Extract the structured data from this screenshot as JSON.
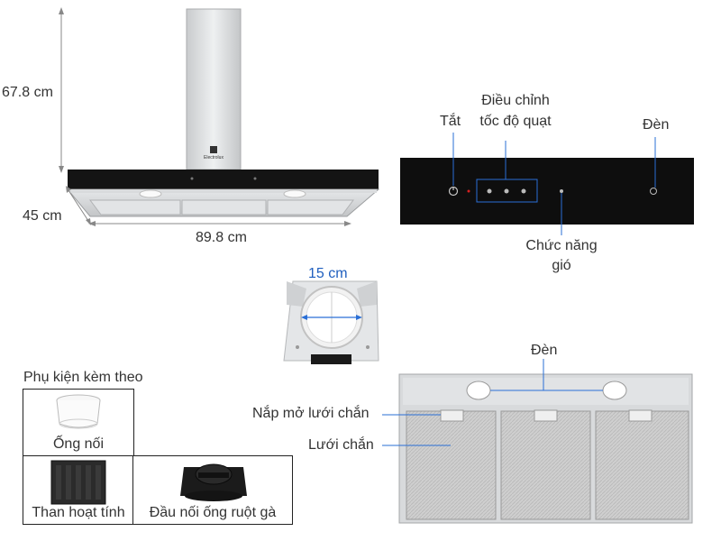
{
  "dimensions": {
    "height": "67.8 cm",
    "depth": "45 cm",
    "width": "89.8 cm",
    "duct": "15 cm"
  },
  "brand": {
    "logo_text": "Electrolux"
  },
  "control_panel": {
    "off_label": "Tắt",
    "fan_speed_label_line1": "Điều chỉnh",
    "fan_speed_label_line2": "tốc độ quạt",
    "light_label": "Đèn",
    "wind_label_line1": "Chức năng",
    "wind_label_line2": "gió"
  },
  "accessories": {
    "title": "Phụ kiện kèm theo",
    "items": [
      {
        "label": "Ống nối"
      },
      {
        "label": "Than hoạt tính"
      },
      {
        "label": "Đầu nối ống ruột gà"
      }
    ]
  },
  "underside": {
    "light_label": "Đèn",
    "filter_cover_label": "Nắp mở lưới chắn",
    "filter_label": "Lưới chắn"
  }
}
